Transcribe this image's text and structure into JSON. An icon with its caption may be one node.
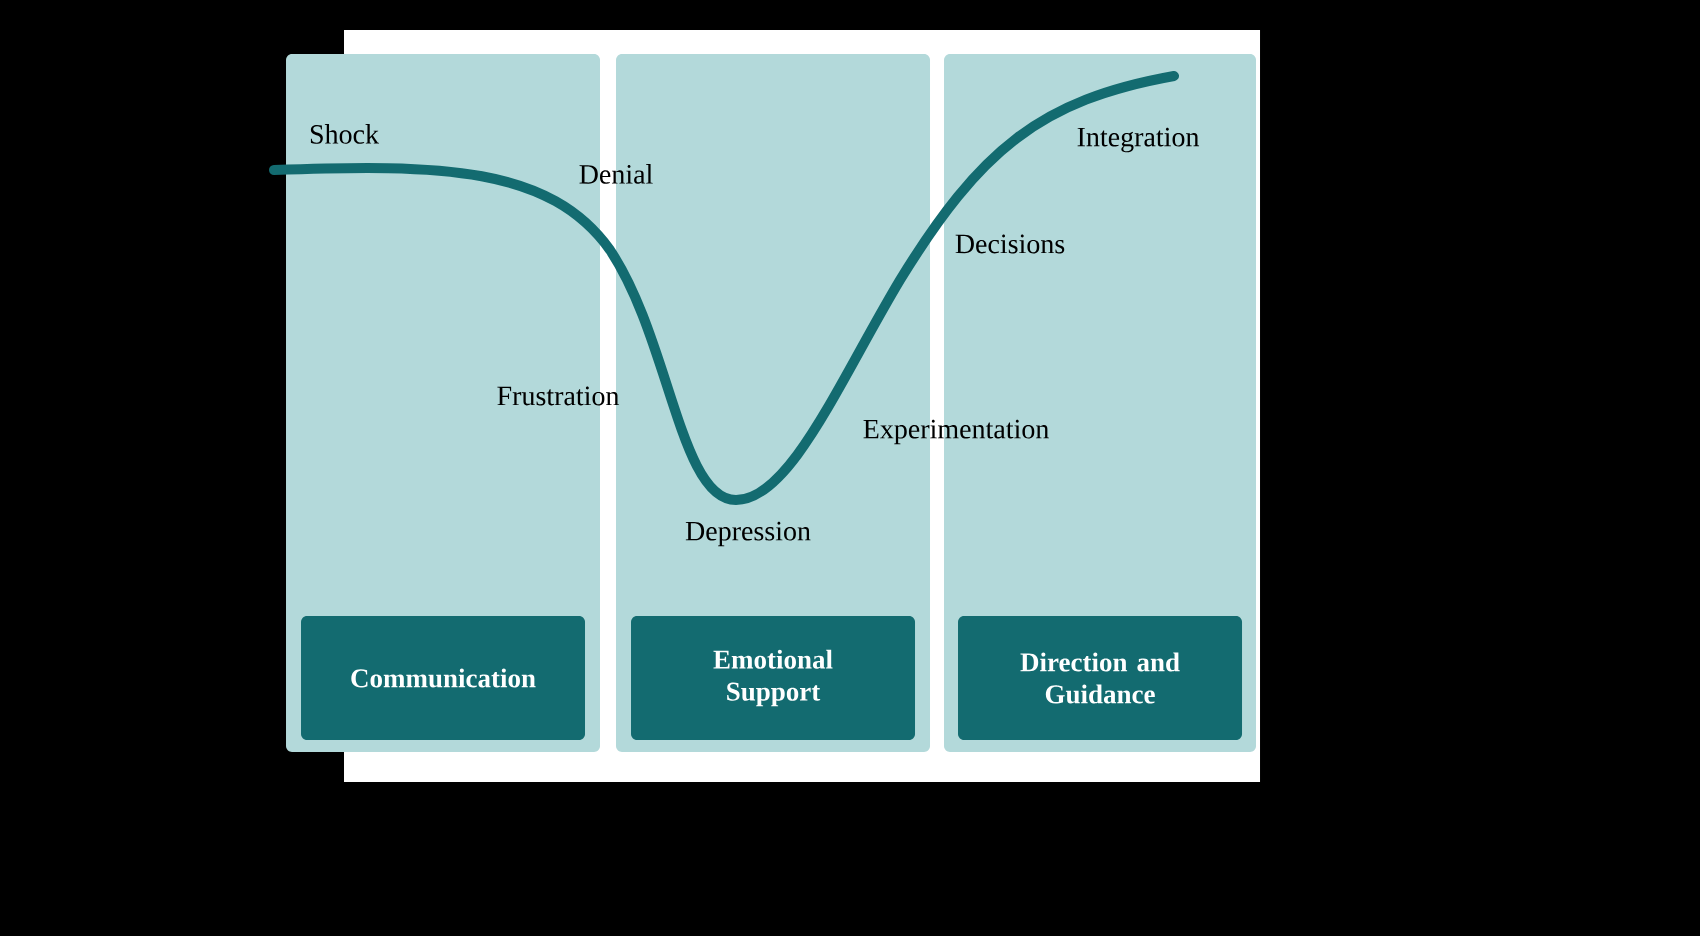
{
  "diagram": {
    "nodes": [
      {
        "text": [],
        "shape": "box"
      },
      {
        "text": [],
        "shape": "box"
      },
      {
        "text": [],
        "shape": "box"
      },
      {
        "text": [
          "Communication"
        ],
        "in": 0
      },
      {
        "text": [
          "Emotional Support"
        ],
        "in": 1
      },
      {
        "text": [
          "Direction and Guidance"
        ],
        "in": 2
      }
    ],
    "edges": [],
    "labels": [
      "Shock",
      "Denial",
      "Frustration",
      "Depression",
      "Experimentation",
      "Decisions",
      "Integration"
    ]
  }
}
